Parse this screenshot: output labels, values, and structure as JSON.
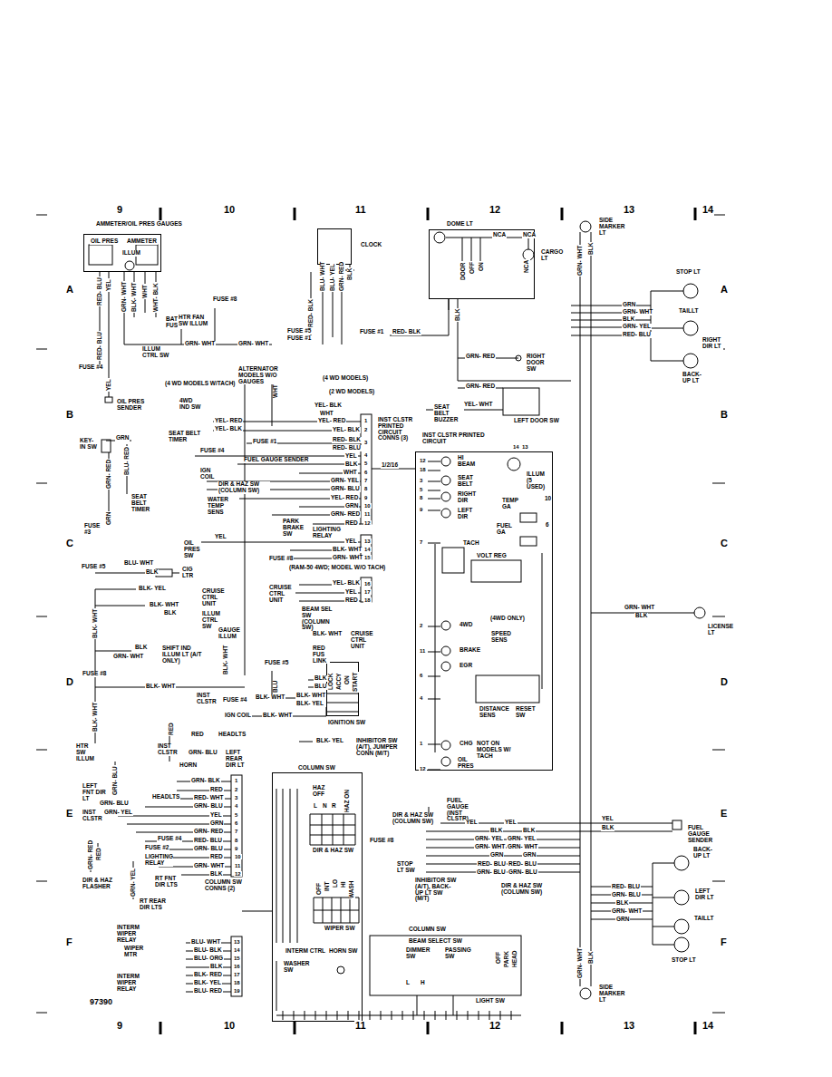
{
  "diagram": {
    "nodes": [
      {
        "text": [
          "AMMETER/OIL PRES GAUGES"
        ]
      },
      {
        "text": [
          "CLOCK"
        ]
      },
      {
        "text": [
          "DOME LT"
        ]
      },
      {
        "text": [
          "INST CLSTR PRINTED CIRCUIT CONNS (3)"
        ]
      },
      {
        "text": [
          "INST CLSTR PRINTED CIRCUIT"
        ]
      },
      {
        "text": [
          "IGNITION SW"
        ]
      },
      {
        "text": [
          "COLUMN SW CONNS (2)"
        ]
      },
      {
        "text": [
          "COLUMN SW"
        ]
      }
    ],
    "edges": [
      {
        "from": 6,
        "to": 7,
        "arrow": "none"
      }
    ],
    "labels": [
      "9",
      "10",
      "11",
      "12",
      "13",
      "14",
      "9",
      "10",
      "11",
      "12",
      "13",
      "14",
      "A",
      "B",
      "C",
      "D",
      "E",
      "F",
      "A",
      "B",
      "C",
      "D",
      "E",
      "F",
      "97390",
      "OIL PRES",
      "AMMETER",
      "ILLUM",
      "RED- BLU",
      "YEL",
      "GRN- WHT",
      "BLK- WHT",
      "WHT",
      "WHT- BLK",
      "BATT FUSES",
      "HTR FAN SW ILLUM",
      "FUSE #8",
      "ILLUM CTRL SW",
      "GRN- WHT",
      "GRN- WHT",
      "FUSE #4",
      "RED- BLU",
      "YEL",
      "OIL PRES SENDER",
      "BLU- WHT",
      "BLU- YEL",
      "GRN- RED",
      "BLK",
      "FUSE #5",
      "FUSE #1",
      "RED- BLK",
      "NCA",
      "NCA",
      "DOOR",
      "OFF",
      "ON",
      "CARGO LT",
      "NCA",
      "FUSE #1",
      "RED- BLK",
      "BLK",
      "GRN- RED",
      "RIGHT DOOR SW",
      "GRN- RED",
      "YEL- WHT",
      "SEAT BELT BUZZER",
      "LEFT DOOR SW",
      "SIDE MARKER LT",
      "GRN- WHT",
      "BLK",
      "STOP LT",
      "GRN",
      "GRN- WHT",
      "BLK",
      "GRN- YEL",
      "RED- BLU",
      "TAILLT",
      "RIGHT DIR LT",
      "BACK-UP LT",
      "ALTERNATOR MODELS W/O GAUGES",
      "(4 WD MODELS W/TACH)",
      "(4 WD MODELS)",
      "(2 WD MODELS)",
      "WHT",
      "4WD IND SW",
      "YEL- BLK",
      "WHT",
      "YEL- RED",
      "YEL- RED",
      "SEAT BELT TIMER",
      "YEL- BLK",
      "YEL- BLK",
      "FUSE #1",
      "RED- BLK",
      "RED- BLU",
      "FUSE #4",
      "YEL",
      "FUEL GAUGE SENDER",
      "BLK",
      "WHT",
      "IGN COIL",
      "GRN- YEL",
      "DIR & HAZ SW (COLUMN SW)",
      "GRN- BLU",
      "YEL- RED",
      "WATER TEMP SENS",
      "GRN",
      "GRN- RED",
      "RED",
      "PARK BRAKE SW",
      "LIGHTING RELAY",
      "1",
      "2",
      "3",
      "4",
      "5",
      "6",
      "7",
      "8",
      "9",
      "10",
      "11",
      "12",
      "13",
      "14",
      "15",
      "16",
      "17",
      "18",
      "KEY- IN SW",
      "GRN",
      "GRN- RED",
      "BLU- RED",
      "SEAT BELT TIMER",
      "FUSE #3",
      "GRN",
      "OIL PRES SW",
      "YEL",
      "YEL",
      "BLK- WHT",
      "GRN- WHT",
      "FUSE #8",
      "(RAM-50 4WD; MODEL W/O TACH)",
      "YEL- BLK",
      "CRUISE CTRL UNIT",
      "YEL",
      "RED",
      "BEAM SEL SW (COLUMN SW)",
      "FUSE #5",
      "BLU- WHT",
      "BLK",
      "CIG LTR",
      "BLK- YEL",
      "CRUISE CTRL UNIT",
      "BLK- WHT",
      "BLK",
      "ILLUM CTRL SW",
      "BLK- WHT",
      "GAUGE ILLUM",
      "BLK- WHT",
      "BLK",
      "GRN- WHT",
      "SHIFT IND ILLUM LT (A/T ONLY)",
      "FUSE #8",
      "BLK- WHT",
      "BLK- WHT",
      "HTR SW ILLUM",
      "BLK- WHT",
      "CRUISE CTRL UNIT",
      "RED FUS LINK",
      "FUSE #5",
      "BLU",
      "BLK",
      "BLU",
      "LOCK",
      "ACCY",
      "ON",
      "START",
      "FUSE #4",
      "BLK- WHT",
      "BLK- WHT",
      "BLK- YEL",
      "INST CLSTR",
      "IGN COIL",
      "BLK- WHT",
      "BLK- YEL",
      "INHIBITOR SW (A/T), JUMPER CONN (M/T)",
      "RED",
      "RED",
      "HEADLTS",
      "INST CLSTR",
      "GRN- BLU",
      "LEFT REAR DIR LT",
      "HORN",
      "GRN- BLU",
      "GRN- BLK",
      "RED",
      "RED- WHT",
      "GRN- BLU",
      "YEL",
      "GRN",
      "GRN- RED",
      "RED- BLU",
      "GRN- BLU",
      "RED",
      "GRN- WHT",
      "BLK",
      "1",
      "2",
      "3",
      "4",
      "5",
      "6",
      "7",
      "8",
      "9",
      "10",
      "11",
      "12",
      "HEADLTS",
      "LEFT FNT DIR LT",
      "GRN- BLU",
      "INST CLSTR",
      "GRN- YEL",
      "FUSE #4",
      "FUSE #2",
      "LIGHTING RELAY",
      "GRN- RED",
      "RED",
      "GRN- YEL",
      "DIR & HAZ FLASHER",
      "RT FNT DIR LTS",
      "RT REAR DIR LTS",
      "INTERM WIPER RELAY",
      "BLU- WHT",
      "WIPER MTR",
      "BLU- BLK",
      "BLU- ORG",
      "BLK",
      "BLK- RED",
      "INTERM WIPER RELAY",
      "BLK- YEL",
      "BLU- RED",
      "13",
      "14",
      "15",
      "16",
      "17",
      "18",
      "19",
      "HAZ OFF",
      "L",
      "N",
      "R",
      "HAZ ON",
      "DIR & HAZ SW",
      "OFF",
      "INT",
      "LO",
      "HI",
      "WASH",
      "WIPER SW",
      "COLUMN SW",
      "BEAM SELECT SW",
      "DIMMER SW",
      "PASSING SW",
      "OFF",
      "PARK",
      "HEAD",
      "INTERM CTRL",
      "WASHER SW",
      "HORN SW",
      "L",
      "H",
      "LIGHT SW",
      "FUEL GAUGE (INST CLSTR)",
      "DIR & HAZ SW (COLUMN SW)",
      "YEL",
      "YEL",
      "FUSE #8",
      "BLK",
      "BLK",
      "GRN- YEL",
      "GRN- YEL",
      "GRN- WHT",
      "GRN- WHT",
      "GRN",
      "GRN",
      "RED- BLU",
      "RED- BLU",
      "GRN- BLU",
      "GRN- BLU",
      "STOP LT SW",
      "INHIBITOR SW (A/T), BACK-UP LT SW (M/T)",
      "DIR & HAZ SW (COLUMN SW)",
      "YEL",
      "BLK",
      "FUEL GAUGE SENDER",
      "BACK-UP LT",
      "RED- BLU",
      "GRN- BLU",
      "BLK",
      "GRN- WHT",
      "GRN",
      "LEFT DIR LT",
      "TAILLT",
      "STOP LT",
      "GRN- WHT",
      "BLK",
      "SIDE MARKER LT",
      "GRN- WHT",
      "BLK",
      "LICENSE LT",
      "14",
      "13",
      "ILLUM (5 USED)",
      "1/2/16",
      "12",
      "18",
      "3",
      "5",
      "8",
      "9",
      "7",
      "2",
      "11",
      "6",
      "4",
      "1",
      "12",
      "HI BEAM",
      "SEAT BELT",
      "RIGHT DIR",
      "LEFT DIR",
      "TEMP GA",
      "10",
      "FUEL GA",
      "6",
      "TACH",
      "VOLT REG",
      "(4WD ONLY)",
      "4WD",
      "SPEED SENS",
      "BRAKE",
      "EGR",
      "DISTANCE SENS",
      "RESET SW",
      "CHG",
      "NOT ON MODELS W/ TACH",
      "OIL PRES"
    ]
  }
}
